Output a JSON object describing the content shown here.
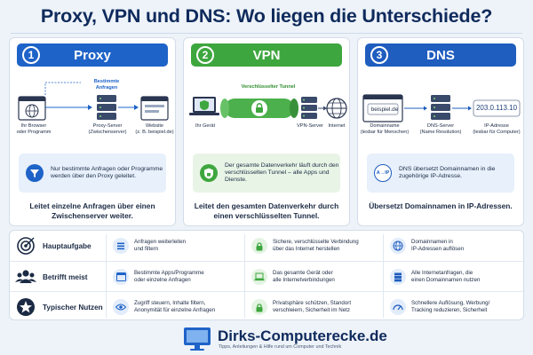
{
  "title": "Proxy, VPN und DNS: Wo liegen die Unterschiede?",
  "columns": [
    {
      "num": "1",
      "name": "Proxy",
      "labels": {
        "client": "Ihr Browser\noder Programm",
        "selected": "Bestimmte\nAnfragen",
        "server": "Proxy-Server\n(Zwischenserver)",
        "target": "Website\n(z. B. beispiel.de)"
      },
      "info": "Nur bestimmte Anfragen oder Programme werden über den Proxy geleitet.",
      "summary": "Leitet einzelne Anfragen über einen Zwischenserver weiter."
    },
    {
      "num": "2",
      "name": "VPN",
      "labels": {
        "tunnel": "Verschlüsselter Tunnel",
        "client": "Ihr Gerät",
        "server": "VPN-Server",
        "target": "Internet"
      },
      "info": "Der gesamte Datenverkehr läuft durch den verschlüsselten Tunnel – alle Apps und Dienste.",
      "summary": "Leitet den gesamten Datenverkehr durch einen verschlüsselten Tunnel."
    },
    {
      "num": "3",
      "name": "DNS",
      "labels": {
        "domain_value": "beispiel.de",
        "ip_value": "203.0.113.10",
        "client": "Domainname\n(lesbar für Menschen)",
        "server": "DNS-Server\n(Name Resolution)",
        "target": "IP-Adresse\n(lesbar für Computer)",
        "badge": "A→IP"
      },
      "info": "DNS übersetzt Domainnamen in die zugehörige IP-Adresse.",
      "summary": "Übersetzt Domainnamen in IP-Adressen."
    }
  ],
  "table": {
    "rows": [
      {
        "label": "Hauptaufgabe",
        "icon": "target-icon",
        "cells": [
          {
            "icon": "list-icon",
            "text": "Anfragen weiterleiten\nund filtern"
          },
          {
            "icon": "lock-icon",
            "text": "Sichere, verschlüsselte Verbindung\nüber das Internet herstellen"
          },
          {
            "icon": "globe-icon",
            "text": "Domainnamen in\nIP-Adressen auflösen"
          }
        ]
      },
      {
        "label": "Betrifft meist",
        "icon": "users-icon",
        "cells": [
          {
            "icon": "window-icon",
            "text": "Bestimmte Apps/Programme\noder einzelne Anfragen"
          },
          {
            "icon": "laptop-icon",
            "text": "Das gesamte Gerät oder\nalle Internetverbindungen"
          },
          {
            "icon": "server-icon",
            "text": "Alle Internetanfragen, die\neinen Domainnamen nutzen"
          }
        ]
      },
      {
        "label": "Typischer Nutzen",
        "icon": "star-icon",
        "cells": [
          {
            "icon": "eye-icon",
            "text": "Zugriff steuern, Inhalte filtern,\nAnonymität für einzelne Anfragen"
          },
          {
            "icon": "lock-icon",
            "text": "Privatsphäre schützen, Standort\nverschleiern, Sicherheit im Netz"
          },
          {
            "icon": "gauge-icon",
            "text": "Schnellere Auflösung, Werbung/\nTracking reduzieren, Sicherheit"
          }
        ]
      }
    ]
  },
  "footer": {
    "brand": "Dirks-Computerecke.de",
    "tagline": "Tipps, Anleitungen & Hilfe rund um Computer und Technik"
  },
  "colors": {
    "proxy": "#1e63c8",
    "vpn": "#3ea63e",
    "dns": "#1f5dbf",
    "navy": "#0f2a5c"
  }
}
